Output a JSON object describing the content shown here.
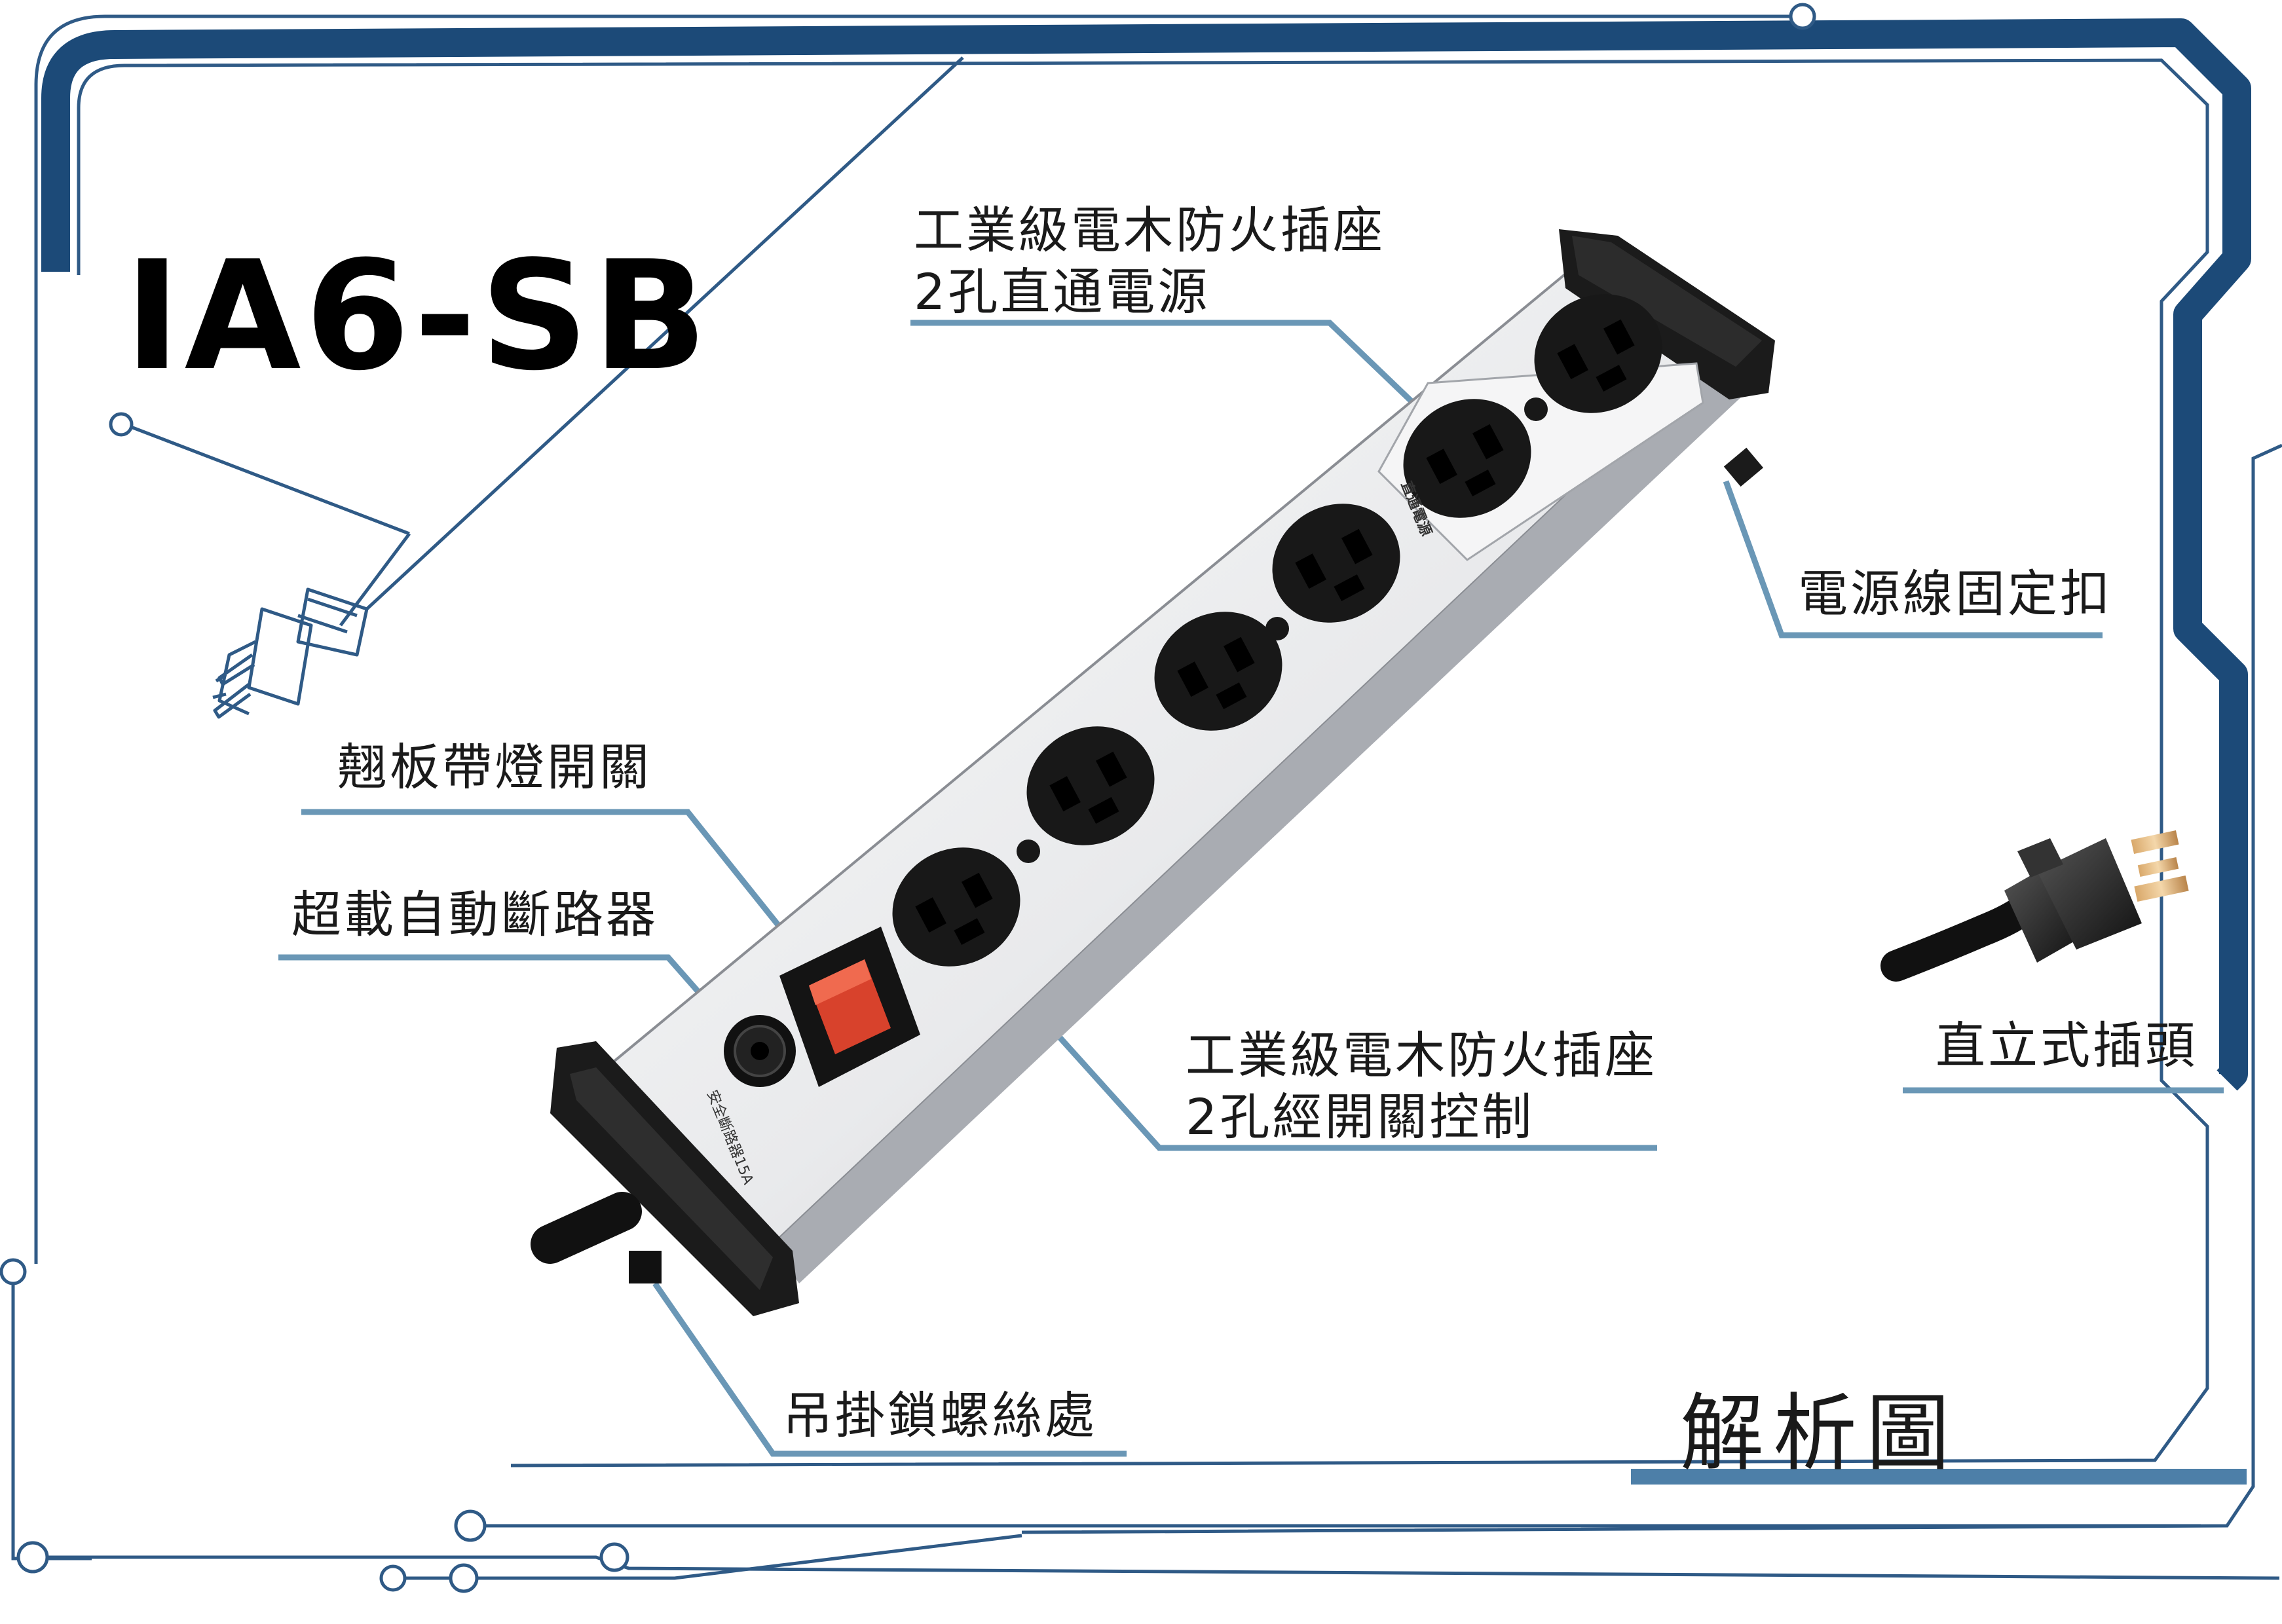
{
  "model": "IA6-SB",
  "caption": "解析圖",
  "labels": {
    "outlet_direct_line1": "工業級電木防火插座",
    "outlet_direct_line2": "2孔直通電源",
    "cord_clip": "電源線固定扣",
    "rocker_switch": "翹板帶燈開關",
    "breaker": "超載自動斷路器",
    "outlet_switched_line1": "工業級電木防火插座",
    "outlet_switched_line2": "2孔經開關控制",
    "plug": "直立式插頭",
    "hanging_screw": "吊掛鎖螺絲處"
  },
  "product_markings": {
    "direct_badge": "直通電源",
    "breaker_text": "安全斷路器15A"
  },
  "colors": {
    "frame_blue": "#1c4a78",
    "line_blue": "#6a97b6",
    "circuit_blue": "#2f5a86"
  }
}
